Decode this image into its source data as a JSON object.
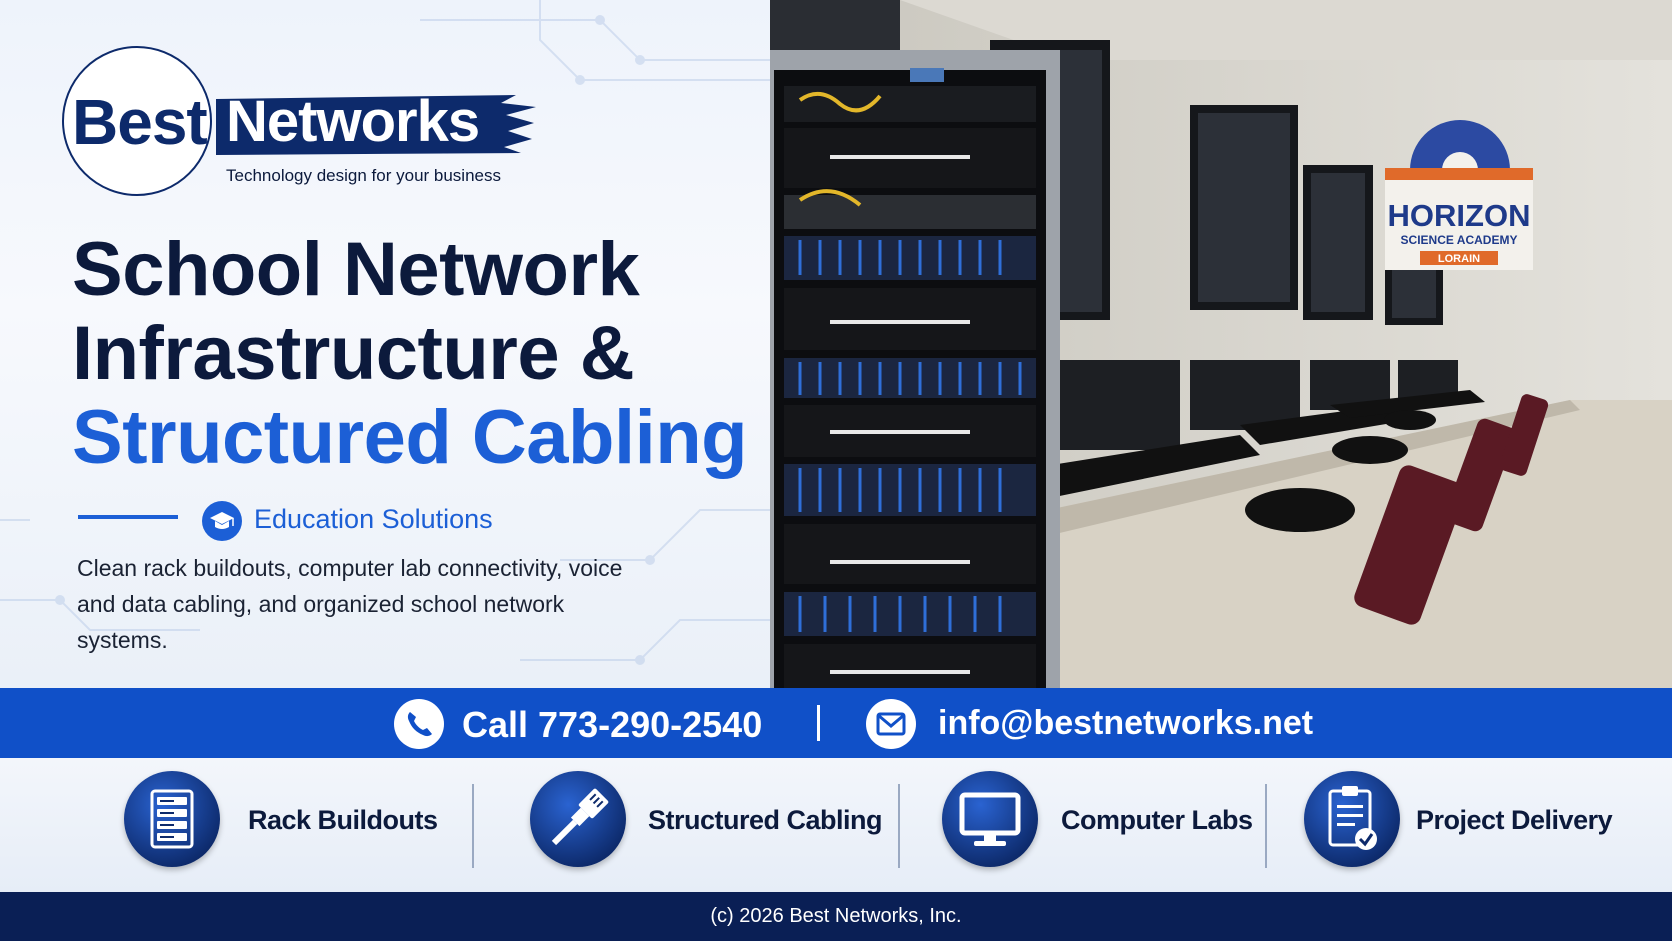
{
  "brand": {
    "name_part1": "Best",
    "name_part2": "Networks",
    "tagline": "Technology design for your business"
  },
  "hero": {
    "title_line1": "School Network",
    "title_line2": "Infrastructure &",
    "title_line3": "Structured Cabling",
    "category": "Education Solutions",
    "description": "Clean rack buildouts, computer lab connectivity, voice and data cabling, and organized school network systems."
  },
  "photo": {
    "sign_title": "HORIZON",
    "sign_subtitle": "SCIENCE ACADEMY",
    "sign_location": "LORAIN"
  },
  "contact": {
    "phone": "Call 773-290-2540",
    "email": "info@bestnetworks.net"
  },
  "services": [
    {
      "label": "Rack Buildouts",
      "icon": "server-rack-icon"
    },
    {
      "label": "Structured Cabling",
      "icon": "ethernet-cable-icon"
    },
    {
      "label": "Computer Labs",
      "icon": "monitor-icon"
    },
    {
      "label": "Project Delivery",
      "icon": "clipboard-check-icon"
    }
  ],
  "footer": {
    "copyright": "(c) 2026 Best Networks, Inc."
  },
  "colors": {
    "primary_blue": "#1c5fd6",
    "navy": "#0d2a6b",
    "contact_bar": "#1050c8",
    "footer": "#0a1f55"
  }
}
